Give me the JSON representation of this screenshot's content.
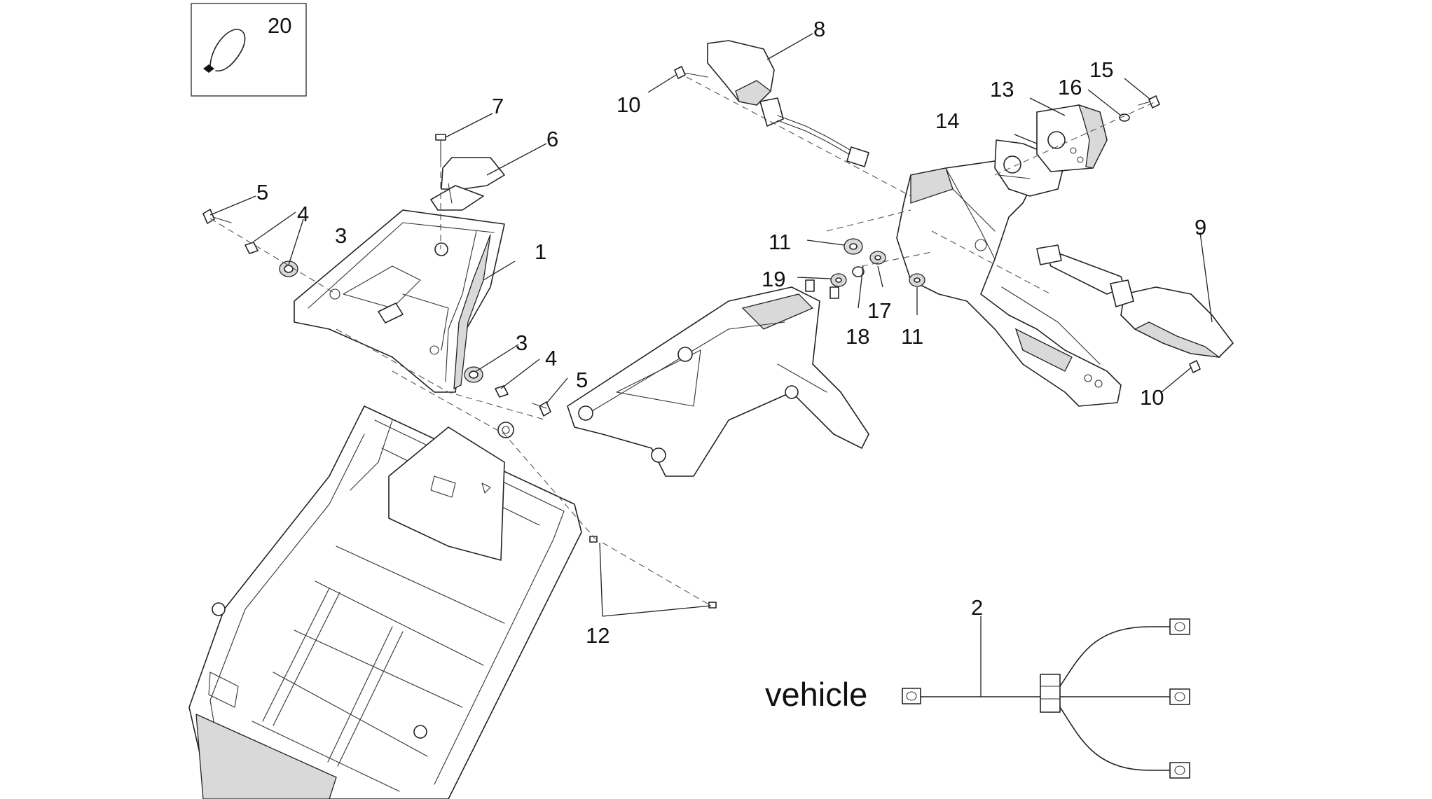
{
  "callouts": {
    "c1": "1",
    "c2": "2",
    "c3a": "3",
    "c3b": "3",
    "c4a": "4",
    "c4b": "4",
    "c5a": "5",
    "c5b": "5",
    "c6": "6",
    "c7": "7",
    "c8": "8",
    "c9": "9",
    "c10a": "10",
    "c10b": "10",
    "c11a": "11",
    "c11b": "11",
    "c12": "12",
    "c13": "13",
    "c14": "14",
    "c15": "15",
    "c16": "16",
    "c17": "17",
    "c18": "18",
    "c19": "19",
    "c20": "20"
  },
  "wiring": {
    "vehicle_label": "vehicle"
  },
  "icons": {
    "kit_symbol": "clamp-band-icon"
  }
}
